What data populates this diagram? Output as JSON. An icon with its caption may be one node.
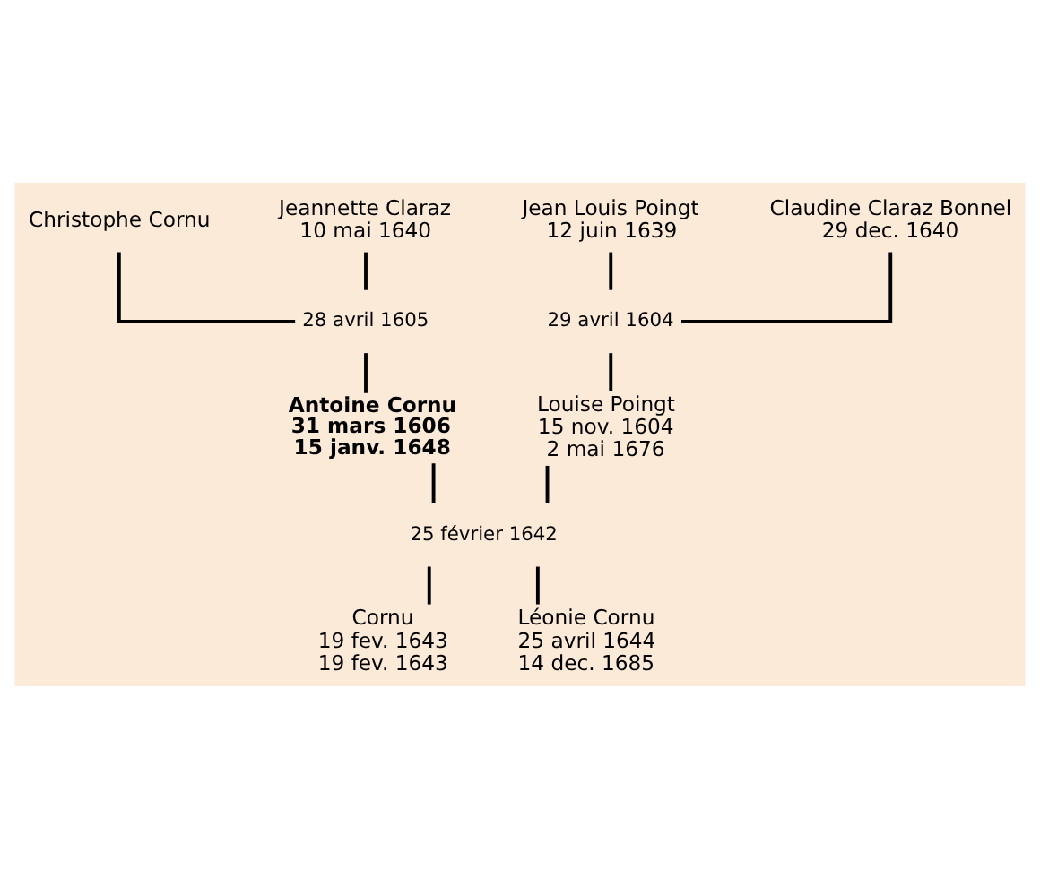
{
  "diagram": {
    "nodes": [
      {
        "text": [
          "Christophe Cornu"
        ]
      },
      {
        "text": [
          "Jeannette Claraz",
          "10 mai 1640"
        ]
      },
      {
        "text": [
          "Jean Louis Poingt",
          "12 juin 1639"
        ]
      },
      {
        "text": [
          "Claudine Claraz Bonnel",
          "29 dec. 1640"
        ]
      },
      {
        "text": [
          "28 avril 1605"
        ]
      },
      {
        "text": [
          "29 avril 1604"
        ]
      },
      {
        "text": [
          "Antoine Cornu",
          "31 mars 1606",
          "15 janv. 1648"
        ]
      },
      {
        "text": [
          "Louise Poingt",
          "15 nov. 1604",
          "2 mai 1676"
        ]
      },
      {
        "text": [
          "25 février 1642"
        ]
      },
      {
        "text": [
          "Cornu",
          "19 fev. 1643",
          "19 fev. 1643"
        ]
      },
      {
        "text": [
          "Léonie Cornu",
          "25 avril 1644",
          "14 dec. 1685"
        ]
      }
    ],
    "edges": [
      {
        "from": 0,
        "to": 4,
        "arrow": "none"
      },
      {
        "from": 1,
        "to": 4,
        "arrow": "none"
      },
      {
        "from": 4,
        "to": 6,
        "arrow": "none"
      },
      {
        "from": 2,
        "to": 5,
        "arrow": "none"
      },
      {
        "from": 3,
        "to": 5,
        "arrow": "none"
      },
      {
        "from": 5,
        "to": 7,
        "arrow": "none"
      },
      {
        "from": 6,
        "to": 8,
        "arrow": "none"
      },
      {
        "from": 7,
        "to": 8,
        "arrow": "none"
      },
      {
        "from": 8,
        "to": 9,
        "arrow": "none"
      },
      {
        "from": 8,
        "to": 10,
        "arrow": "none"
      }
    ]
  }
}
